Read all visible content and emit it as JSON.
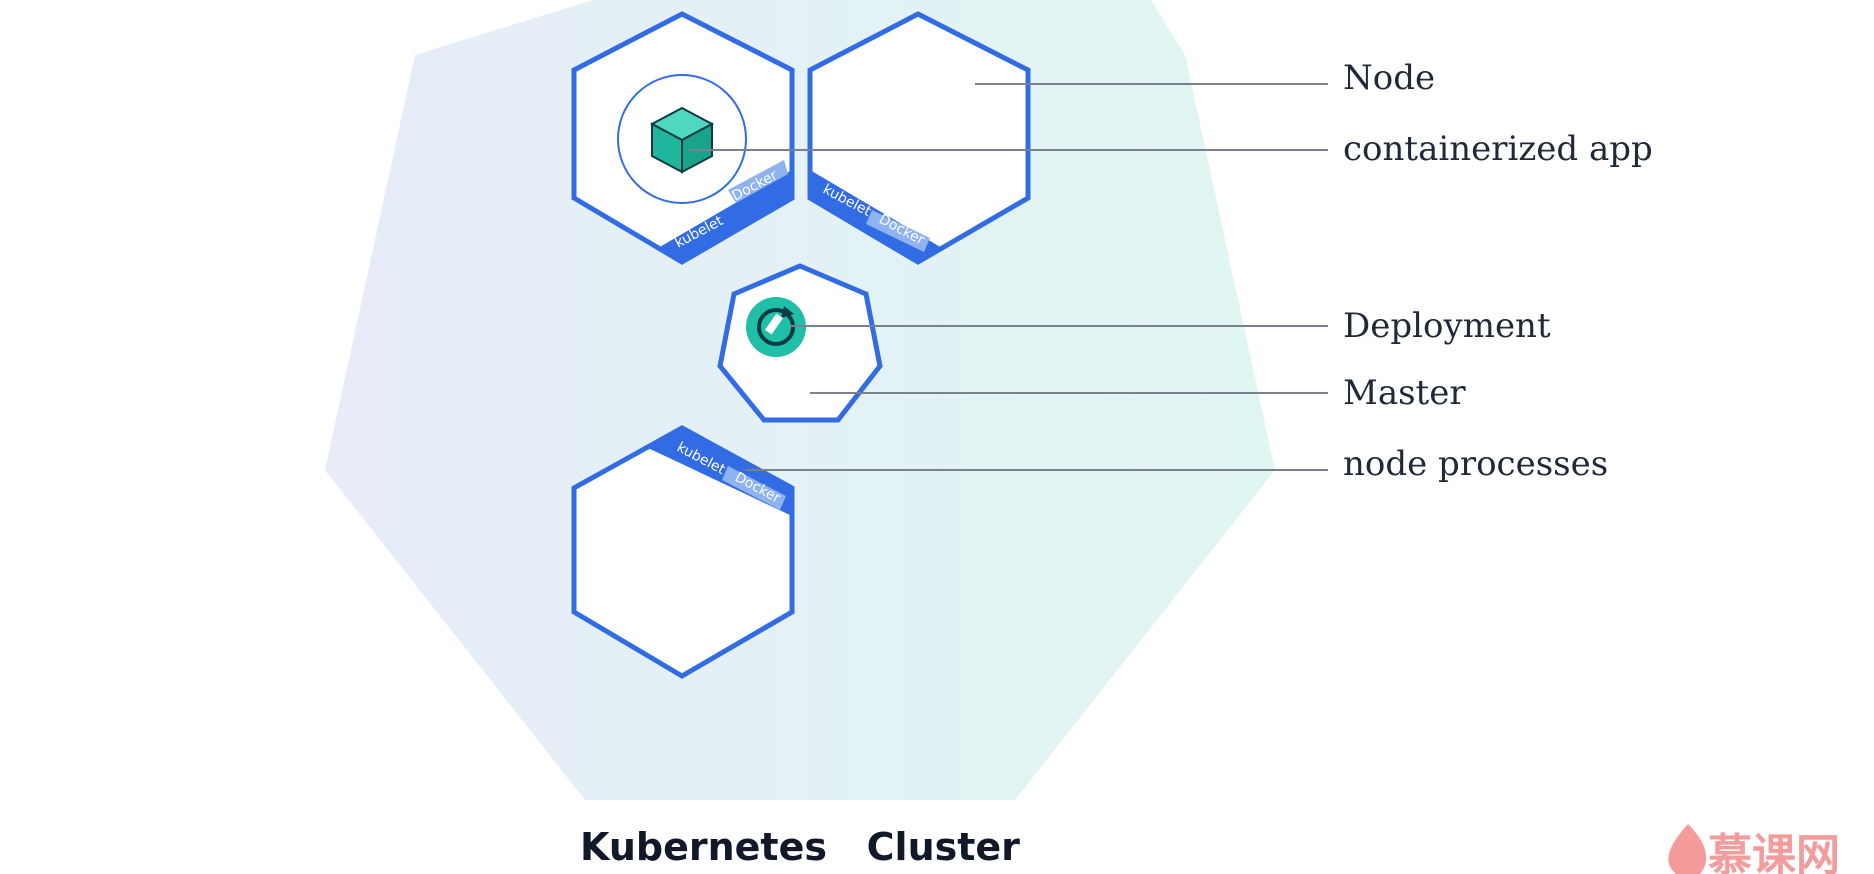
{
  "diagram": {
    "title": "Kubernetes   Cluster",
    "labels": {
      "node": "Node",
      "containerized_app": "containerized app",
      "deployment": "Deployment",
      "master": "Master",
      "node_processes": "node processes"
    },
    "node_components": {
      "kubelet": "kubelet",
      "docker": "Docker"
    },
    "watermark": "慕课网",
    "colors": {
      "cluster_left": "#e4ebf8",
      "cluster_right": "#dff5f3",
      "node_outline": "#326ce5",
      "container": "#1fbfa8",
      "leader_line": "#6b7280"
    }
  }
}
